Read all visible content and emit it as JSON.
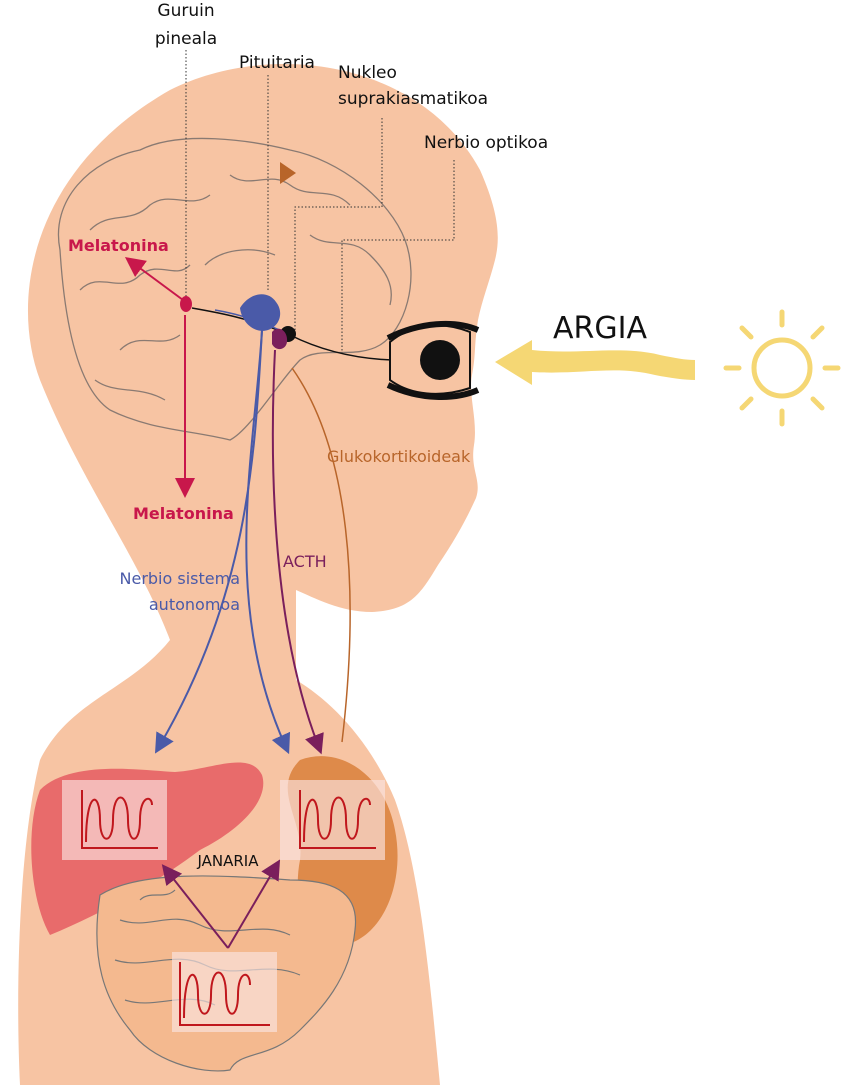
{
  "labels": {
    "pineal": [
      "Guruin",
      "pineala"
    ],
    "pituitary": "Pituitaria",
    "suprachiasmatic": [
      "Nukleo",
      "suprakiasmatikoa"
    ],
    "optic_nerve": "Nerbio optikoa",
    "sunlight": "ARGIA",
    "melatonin_brain": "Melatonina",
    "melatonin_body": "Melatonina",
    "glucocorticoids": "Glukokortikoideak",
    "acth": "ACTH",
    "autonomic": [
      "Nerbio sistema",
      "autonomoa"
    ],
    "food": "JANARIA"
  },
  "colors": {
    "skin": "#f7c4a3",
    "melatonin": "#c8174b",
    "autonomic": "#4a5aa8",
    "acth": "#7a1f5c",
    "glucocorticoids": "#b8652a",
    "sun": "#f5d774",
    "liver": "#e86b6b",
    "adrenal": "#de8a4a",
    "oscillator": "#c0171d"
  },
  "icons": [
    "sun-icon",
    "light-wave-arrow-icon",
    "eye-icon",
    "brain-icon",
    "liver-icon",
    "adrenal-icon",
    "intestine-icon",
    "oscillation-icon"
  ]
}
